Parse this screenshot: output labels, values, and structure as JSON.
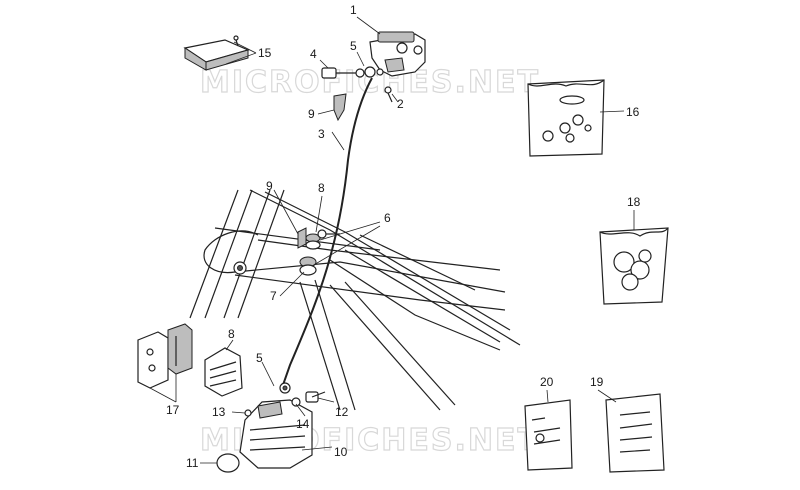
{
  "watermark": "MICROFICHES.NET",
  "callouts": [
    {
      "id": "c1",
      "text": "1"
    },
    {
      "id": "c2",
      "text": "2"
    },
    {
      "id": "c3",
      "text": "3"
    },
    {
      "id": "c4",
      "text": "4"
    },
    {
      "id": "c5a",
      "text": "5"
    },
    {
      "id": "c5b",
      "text": "5"
    },
    {
      "id": "c6",
      "text": "6"
    },
    {
      "id": "c7",
      "text": "7"
    },
    {
      "id": "c8a",
      "text": "8"
    },
    {
      "id": "c8b",
      "text": "8"
    },
    {
      "id": "c9a",
      "text": "9"
    },
    {
      "id": "c9b",
      "text": "9"
    },
    {
      "id": "c10",
      "text": "10"
    },
    {
      "id": "c11",
      "text": "11"
    },
    {
      "id": "c12",
      "text": "12"
    },
    {
      "id": "c13",
      "text": "13"
    },
    {
      "id": "c14",
      "text": "14"
    },
    {
      "id": "c15",
      "text": "15"
    },
    {
      "id": "c16",
      "text": "16"
    },
    {
      "id": "c17",
      "text": "17"
    },
    {
      "id": "c18",
      "text": "18"
    },
    {
      "id": "c19",
      "text": "19"
    },
    {
      "id": "c20",
      "text": "20"
    }
  ]
}
